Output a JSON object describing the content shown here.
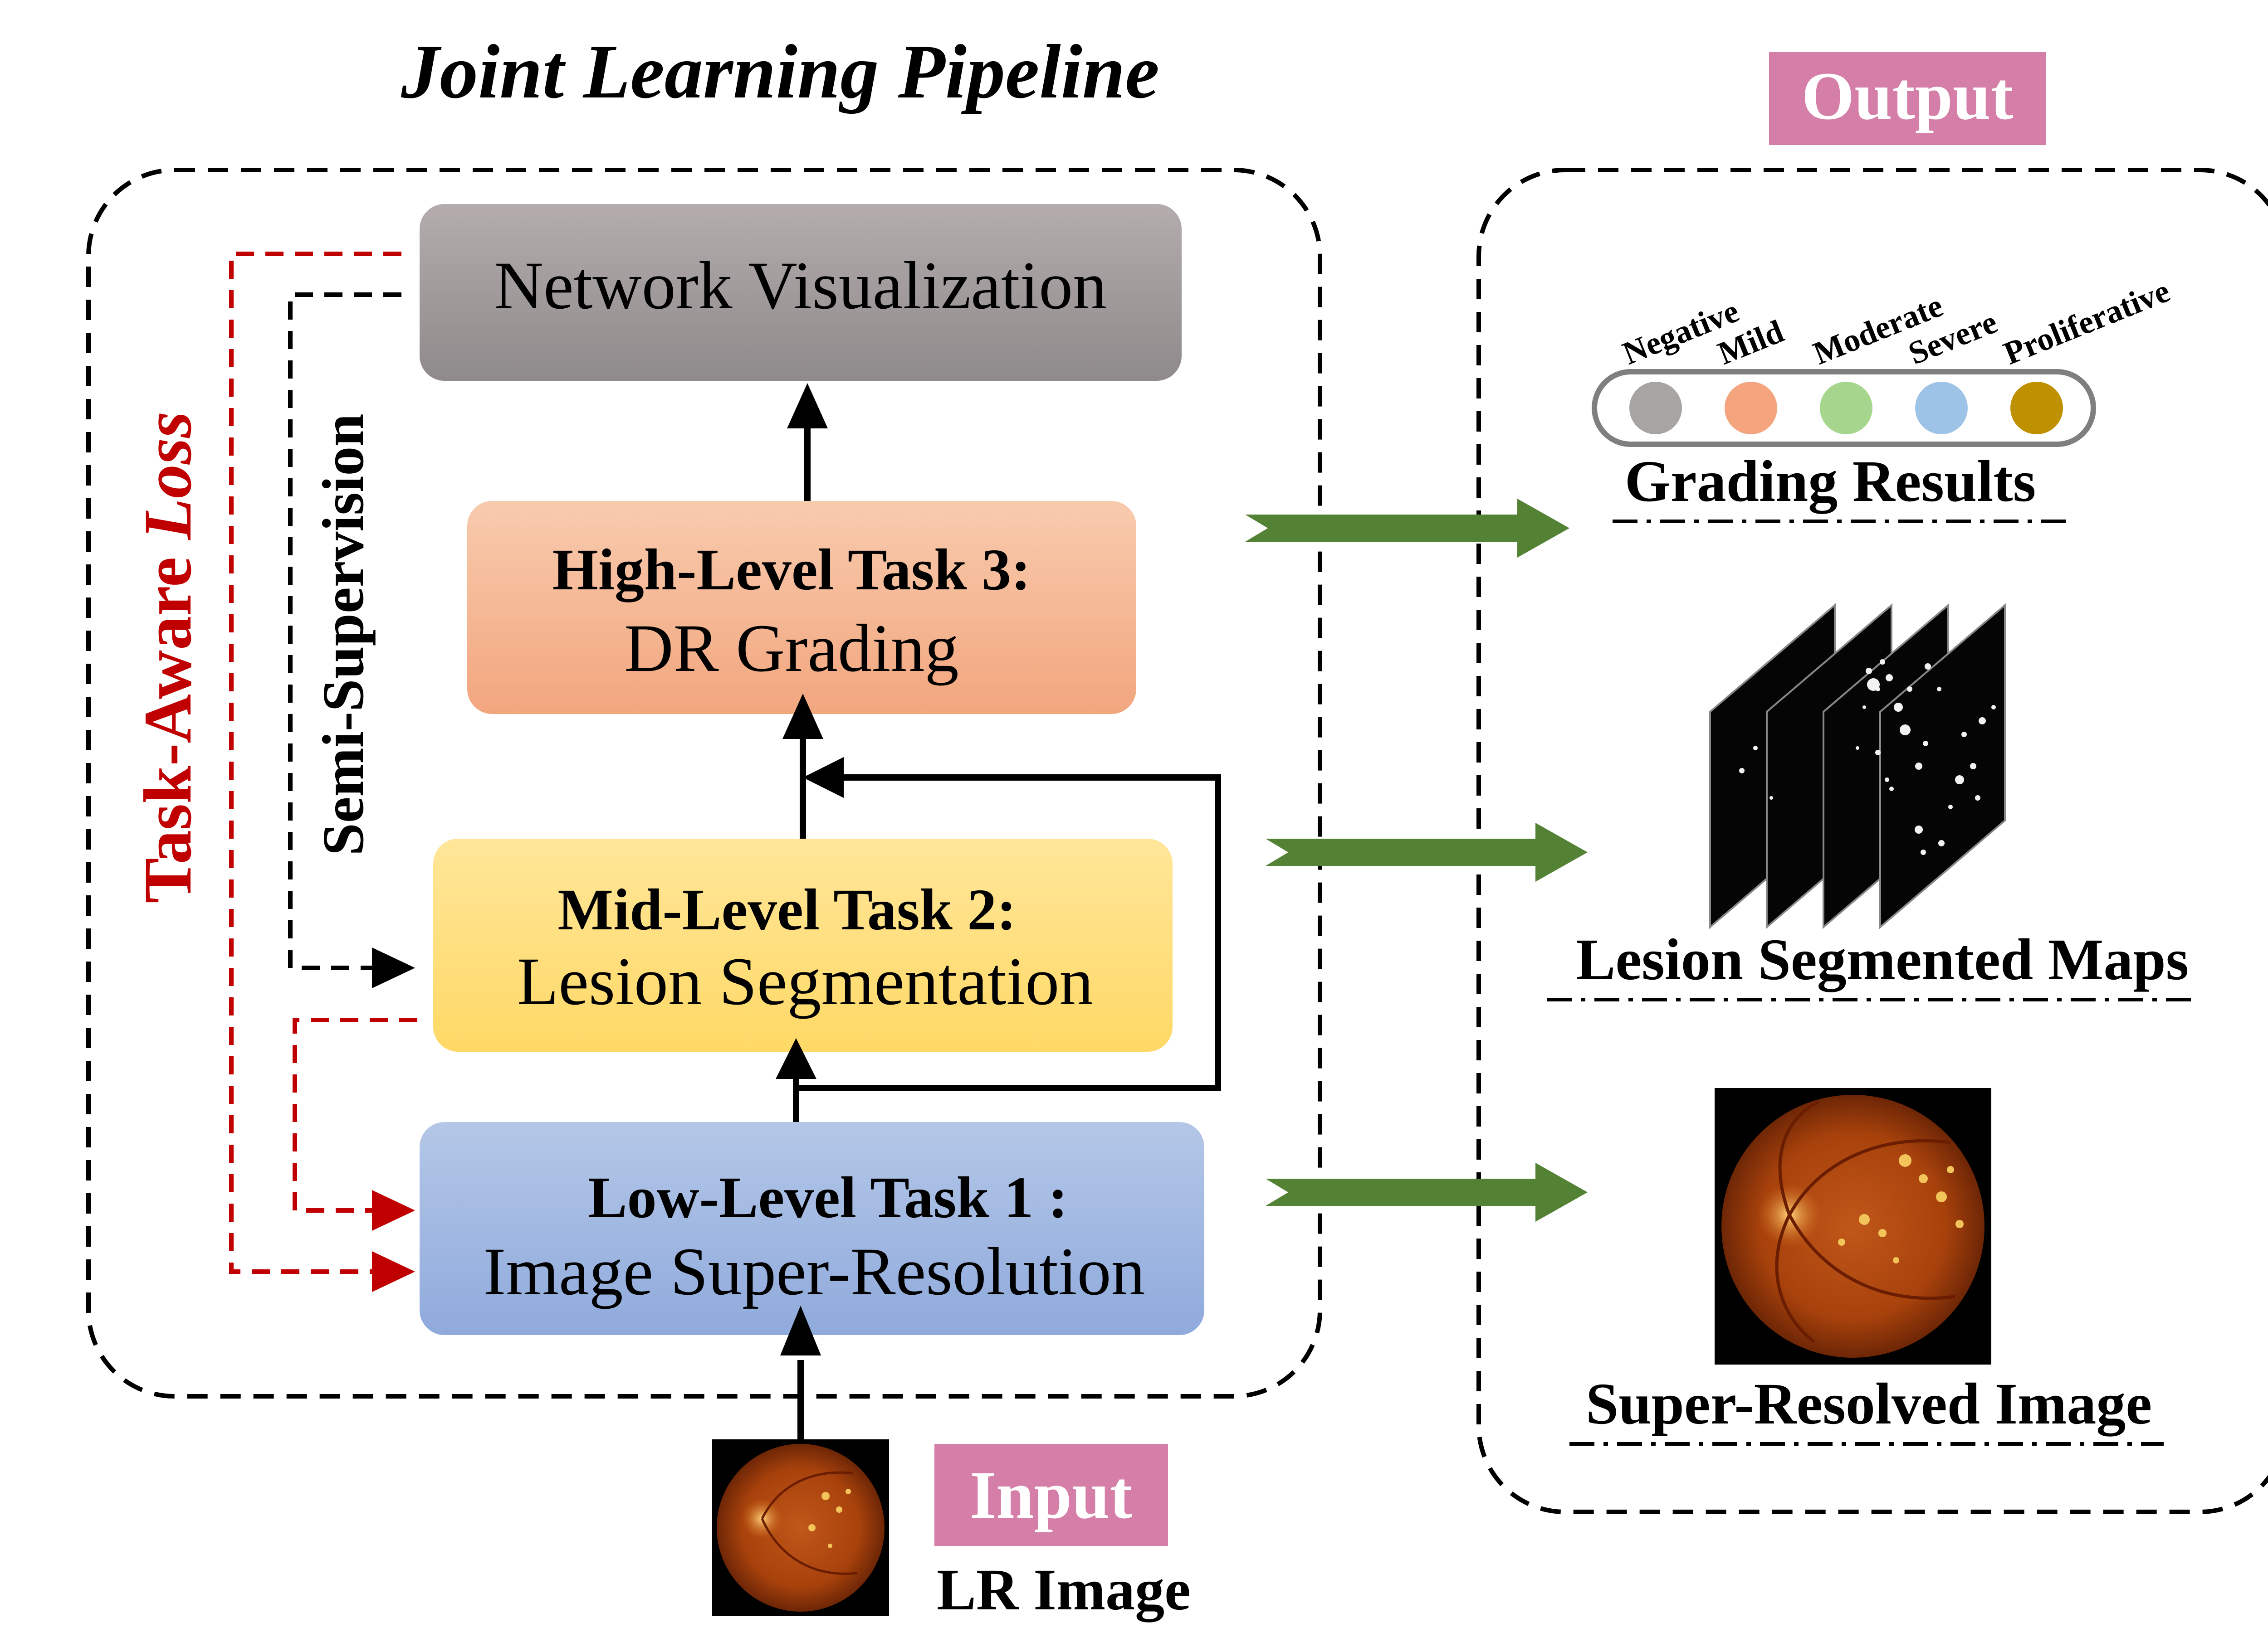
{
  "title": "Joint Learning Pipeline",
  "output_badge": "Output",
  "input_badge": "Input",
  "input_caption": "LR Image",
  "tasks": {
    "visualization": {
      "label": "Network Visualization"
    },
    "task3": {
      "heading": "High-Level Task 3:",
      "label": "DR Grading"
    },
    "task2": {
      "heading": "Mid-Level Task 2:",
      "label": "Lesion Segmentation"
    },
    "task1": {
      "heading": "Low-Level Task 1 :",
      "label": "Image Super-Resolution"
    }
  },
  "side_labels": {
    "loss_prefix": "Task-Aware ",
    "loss_italic": "Loss",
    "semi": "Semi-Supervision"
  },
  "outputs": {
    "grading": {
      "caption": "Grading Results",
      "grades": [
        {
          "label": "Negative",
          "color": "#a9a4a4"
        },
        {
          "label": "Mild",
          "color": "#f4a57e"
        },
        {
          "label": "Moderate",
          "color": "#a6d68e"
        },
        {
          "label": "Severe",
          "color": "#9dc3e6"
        },
        {
          "label": "Proliferative",
          "color": "#bf9000"
        }
      ]
    },
    "segmentation": {
      "caption": "Lesion Segmented Maps"
    },
    "super_resolution": {
      "caption": "Super-Resolved Image"
    }
  },
  "colors": {
    "loss_red": "#c00000",
    "output_green": "#548235",
    "badge_pink": "#d57fa8"
  }
}
